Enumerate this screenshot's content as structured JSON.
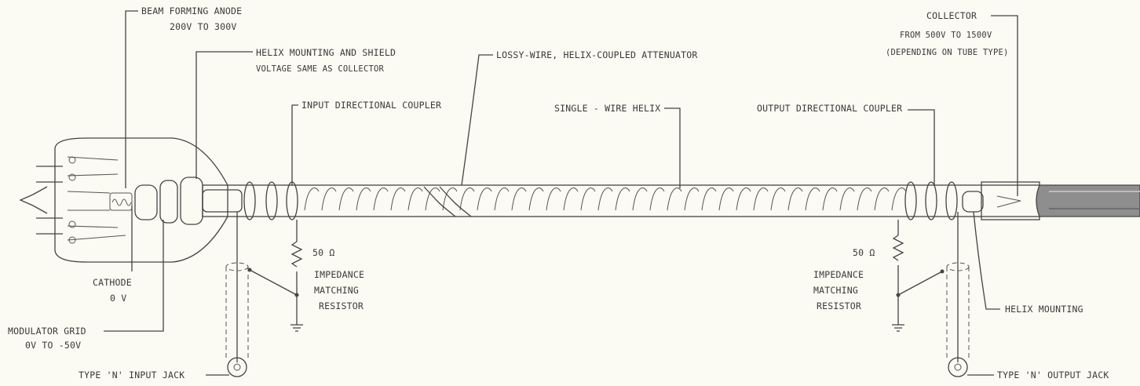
{
  "labels": {
    "beam_anode_title": "BEAM FORMING ANODE",
    "beam_anode_voltage": "200V TO 300V",
    "helix_mount_shield_title": "HELIX MOUNTING AND SHIELD",
    "helix_mount_shield_note": "VOLTAGE SAME AS COLLECTOR",
    "attenuator": "LOSSY-WIRE, HELIX-COUPLED ATTENUATOR",
    "collector_title": "COLLECTOR",
    "collector_voltage": "FROM 500V TO 1500V",
    "collector_note": "(DEPENDING ON TUBE TYPE)",
    "input_coupler": "INPUT DIRECTIONAL COUPLER",
    "single_wire_helix": "SINGLE - WIRE HELIX",
    "output_coupler": "OUTPUT DIRECTIONAL COUPLER",
    "resistor_value_left": "50 Ω",
    "resistor_value_right": "50 Ω",
    "impedance_left": [
      "IMPEDANCE",
      "MATCHING",
      "RESISTOR"
    ],
    "impedance_right": [
      "IMPEDANCE",
      "MATCHING",
      "RESISTOR"
    ],
    "cathode_title": "CATHODE",
    "cathode_voltage": "0 V",
    "modulator_title": "MODULATOR GRID",
    "modulator_voltage": "0V TO -50V",
    "helix_mounting": "HELIX MOUNTING",
    "input_jack": "TYPE 'N' INPUT JACK",
    "output_jack": "TYPE 'N' OUTPUT JACK"
  },
  "colors": {
    "ink": "#444444",
    "paper": "#fbfaf3",
    "tube_fill": "#eeece2",
    "collector_fill": "#8e8e8e"
  }
}
